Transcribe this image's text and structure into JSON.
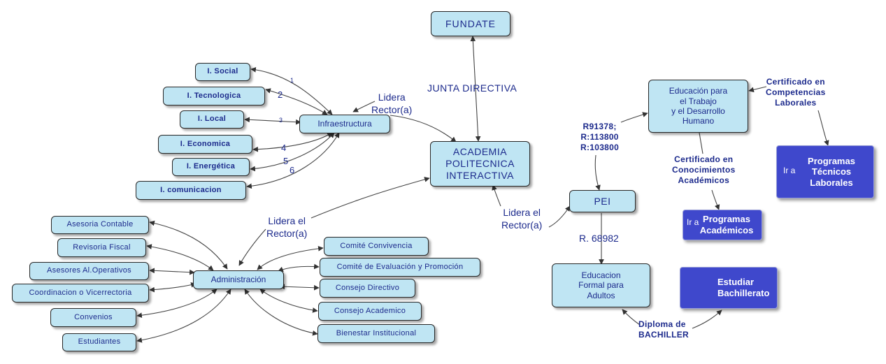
{
  "nodes": {
    "fundate": "FUNDATE",
    "academia": "ACADEMIA\nPOLITECNICA\nINTERACTIVA",
    "infraestructura": "Infraestructura",
    "i_social": "I. Social",
    "i_tecnologica": "I. Tecnologica",
    "i_local": "I. Local",
    "i_economica": "I. Economica",
    "i_energetica": "I. Energética",
    "i_comunicacion": "I. comunicacion",
    "administracion": "Administración",
    "asesoria_contable": "Asesoria Contable",
    "revisoria_fiscal": "Revisoria Fiscal",
    "asesores": "Asesores Al.Operativos",
    "coordinacion": "Coordinacion o Vicerrectoria",
    "convenios": "Convenios",
    "estudiantes": "Estudiantes",
    "comite_convivencia": "Comité Convivencia",
    "comite_evaluacion": "Comité de Evaluación y Promoción",
    "consejo_directivo": "Consejo Directivo",
    "consejo_academico": "Consejo Academico",
    "bienestar": "Bienestar Institucional",
    "pei": "PEI",
    "educacion_trabajo": "Educación para\nel Trabajo\ny el Desarrollo\nHumano",
    "educacion_formal": "Educacion\nFormal para\nAdultos",
    "programas_tecnicos": "Programas\nTécnicos\nLaborales",
    "programas_academicos": "Programas\nAcadémicos",
    "estudiar_bachillerato": "Estudiar\nBachillerato"
  },
  "labels": {
    "junta_directiva": "JUNTA DIRECTIVA",
    "lidera_rector_1": "Lidera\nRector(a)",
    "lidera_rector_2": "Lidera el\nRector(a)",
    "lidera_rector_3": "Lidera el\nRector(a)",
    "resoluciones": "R91378;\nR:113800\nR:103800",
    "r68982": "R. 68982",
    "cert_competencias": "Certificado en\nCompetencias\nLaborales",
    "cert_conocimientos": "Certificado en\nConocimientos\nAcadémicos",
    "diploma": "Diploma de\nBACHILLER",
    "ir_a_1": "Ir a",
    "ir_a_2": "Ir a"
  },
  "numbers": {
    "n1": "1",
    "n2": "2",
    "n3": "3",
    "n4": "4",
    "n5": "5",
    "n6": "6"
  },
  "colors": {
    "node_fill": "#bfe5f3",
    "dark_fill": "#3f48cc",
    "text": "#1c2a8c",
    "edge": "#444444"
  }
}
